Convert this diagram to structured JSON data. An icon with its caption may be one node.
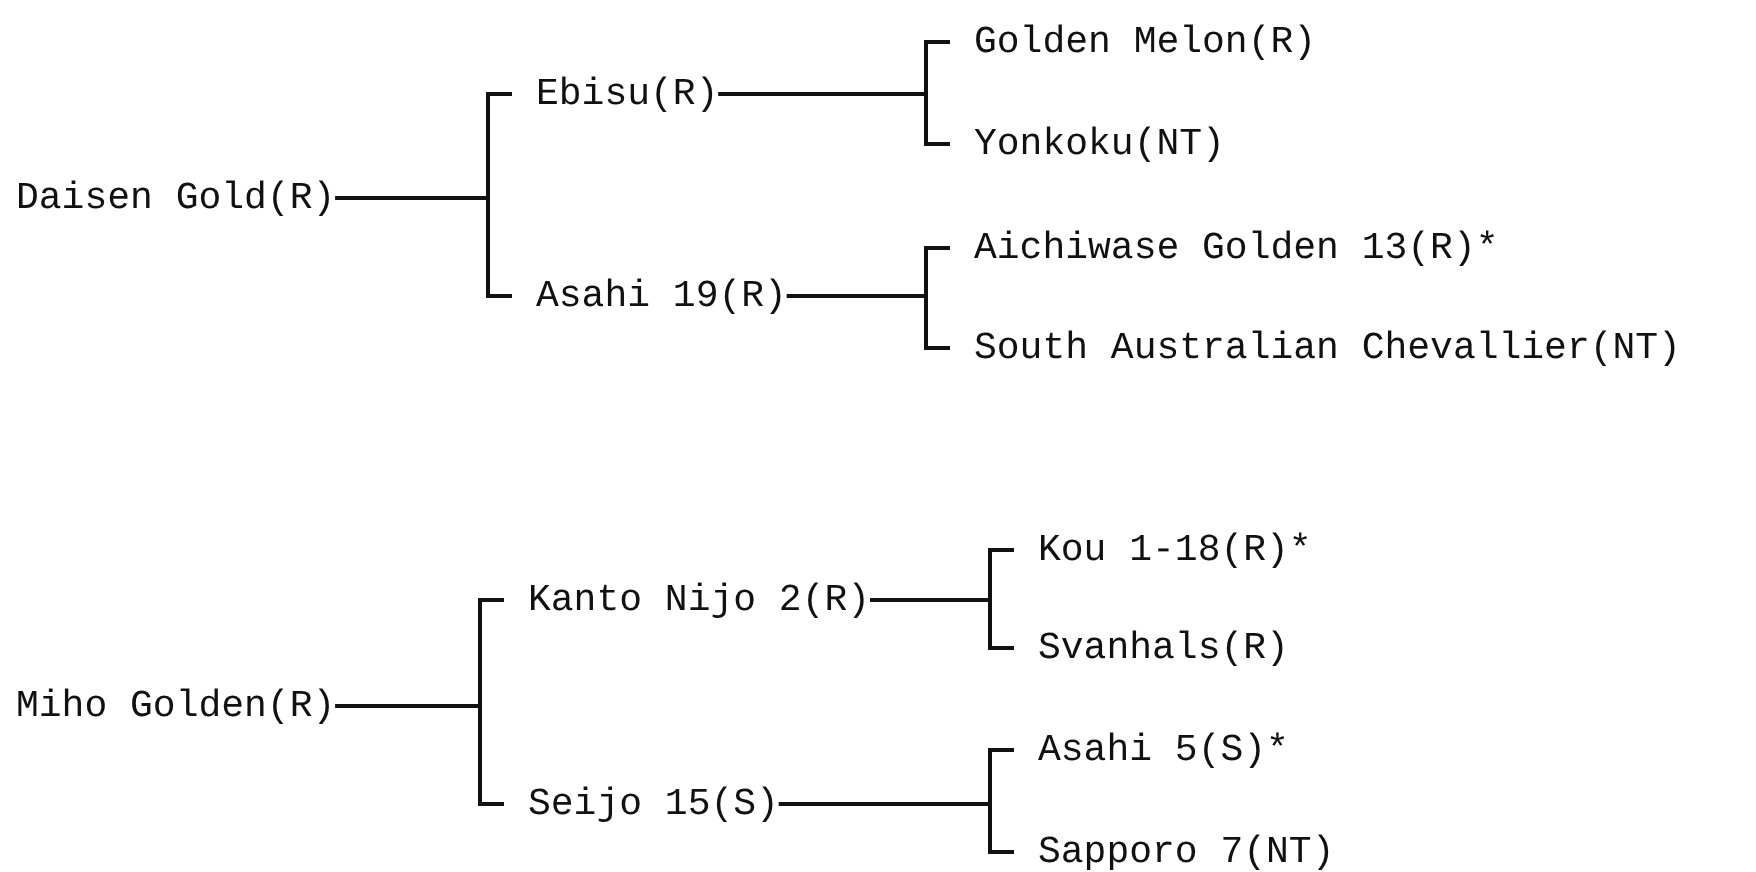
{
  "diagram": {
    "nodes": [
      {
        "text": [
          "Daisen Gold(R)"
        ]
      },
      {
        "text": [
          "Ebisu(R)"
        ]
      },
      {
        "text": [
          "Golden Melon(R)"
        ]
      },
      {
        "text": [
          "Yonkoku(NT)"
        ]
      },
      {
        "text": [
          "Asahi 19(R)"
        ]
      },
      {
        "text": [
          "Aichiwase Golden 13(R)*"
        ]
      },
      {
        "text": [
          "South Australian Chevallier(NT)"
        ]
      },
      {
        "text": [
          "Miho Golden(R)"
        ]
      },
      {
        "text": [
          "Kanto Nijo 2(R)"
        ]
      },
      {
        "text": [
          "Kou 1-18(R)*"
        ]
      },
      {
        "text": [
          "Svanhals(R)"
        ]
      },
      {
        "text": [
          "Seijo 15(S)"
        ]
      },
      {
        "text": [
          "Asahi 5(S)*"
        ]
      },
      {
        "text": [
          "Sapporo 7(NT)"
        ]
      }
    ],
    "edges": [
      {
        "from": 0,
        "to": 1,
        "arrow": "none"
      },
      {
        "from": 0,
        "to": 4,
        "arrow": "none"
      },
      {
        "from": 1,
        "to": 2,
        "arrow": "none"
      },
      {
        "from": 1,
        "to": 3,
        "arrow": "none"
      },
      {
        "from": 4,
        "to": 5,
        "arrow": "none"
      },
      {
        "from": 4,
        "to": 6,
        "arrow": "none"
      },
      {
        "from": 7,
        "to": 8,
        "arrow": "none"
      },
      {
        "from": 7,
        "to": 11,
        "arrow": "none"
      },
      {
        "from": 8,
        "to": 9,
        "arrow": "none"
      },
      {
        "from": 8,
        "to": 10,
        "arrow": "none"
      },
      {
        "from": 11,
        "to": 12,
        "arrow": "none"
      },
      {
        "from": 11,
        "to": 13,
        "arrow": "none"
      }
    ]
  }
}
